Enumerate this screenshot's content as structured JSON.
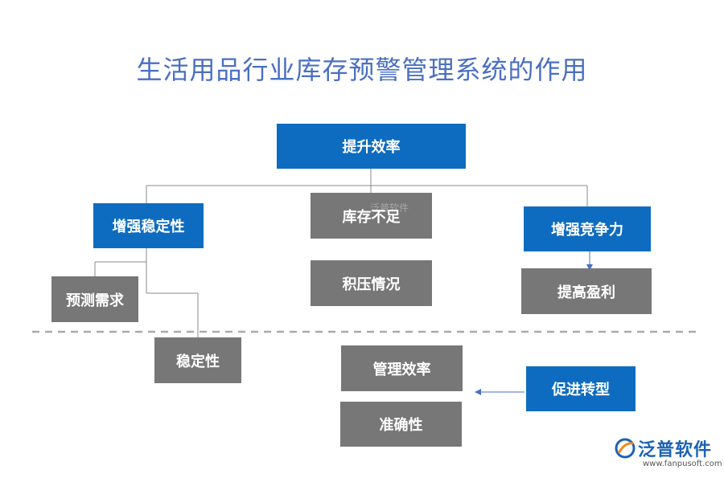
{
  "title": "生活用品行业库存预警管理系统的作用",
  "nodes": {
    "top": "提升效率",
    "stability": "增强稳定性",
    "stock_shortage": "库存不足",
    "competitiveness": "增强竞争力",
    "forecast_demand": "预测需求",
    "overstock": "积压情况",
    "profit": "提高盈利",
    "stable": "稳定性",
    "mgmt_efficiency": "管理效率",
    "transformation": "促进转型",
    "accuracy": "准确性"
  },
  "watermark": "泛普软件",
  "logo": {
    "name": "泛普软件",
    "url": "www.fanpusoft.com"
  },
  "colors": {
    "title": "#4a6fc1",
    "blue_box": "#0e6cc0",
    "gray_box": "#777777",
    "connector": "#888888",
    "arrow": "#4472c4",
    "divider": "#aaaaaa"
  }
}
